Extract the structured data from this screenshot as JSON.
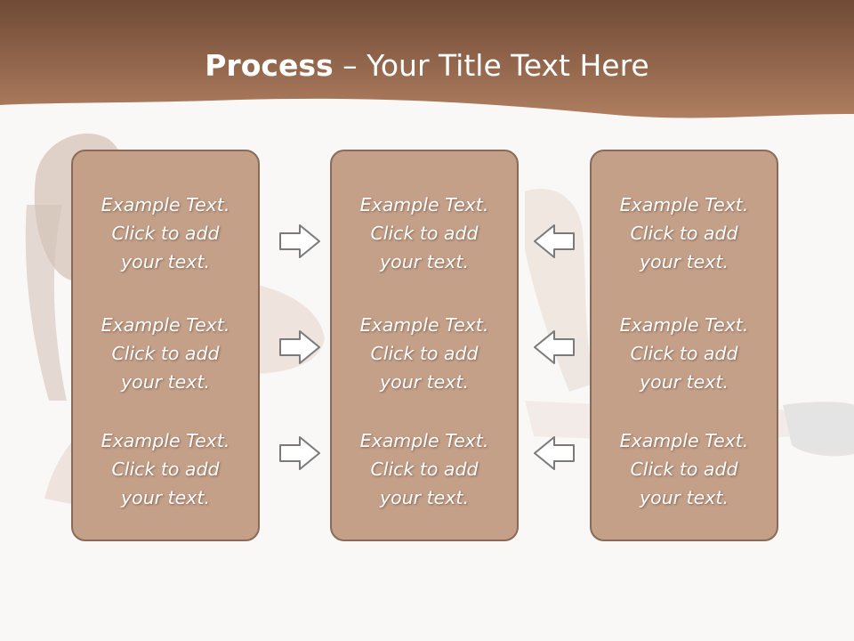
{
  "title": {
    "bold": "Process",
    "rest": " – Your Title Text Here"
  },
  "colors": {
    "header_top": "#6f4a35",
    "header_bottom": "#b07e60",
    "box_fill": "#c4a089",
    "box_border": "#8a6a58",
    "background": "#faf8f7"
  },
  "columns": [
    {
      "cells": [
        {
          "line1": "Example Text.",
          "line2": "Click  to add",
          "line3": "your text."
        },
        {
          "line1": "Example Text.",
          "line2": "Click  to add",
          "line3": "your text."
        },
        {
          "line1": "Example Text.",
          "line2": "Click  to add",
          "line3": "your text."
        }
      ]
    },
    {
      "cells": [
        {
          "line1": "Example Text.",
          "line2": "Click  to add",
          "line3": "your text."
        },
        {
          "line1": "Example Text.",
          "line2": "Click  to add",
          "line3": "your text."
        },
        {
          "line1": "Example Text.",
          "line2": "Click  to add",
          "line3": "your text."
        }
      ]
    },
    {
      "cells": [
        {
          "line1": "Example Text.",
          "line2": "Click  to add",
          "line3": "your text."
        },
        {
          "line1": "Example Text.",
          "line2": "Click  to add",
          "line3": "your text."
        },
        {
          "line1": "Example Text.",
          "line2": "Click  to add",
          "line3": "your text."
        }
      ]
    }
  ],
  "arrows": {
    "left_group": "right-arrow-icon",
    "right_group": "left-arrow-icon"
  }
}
